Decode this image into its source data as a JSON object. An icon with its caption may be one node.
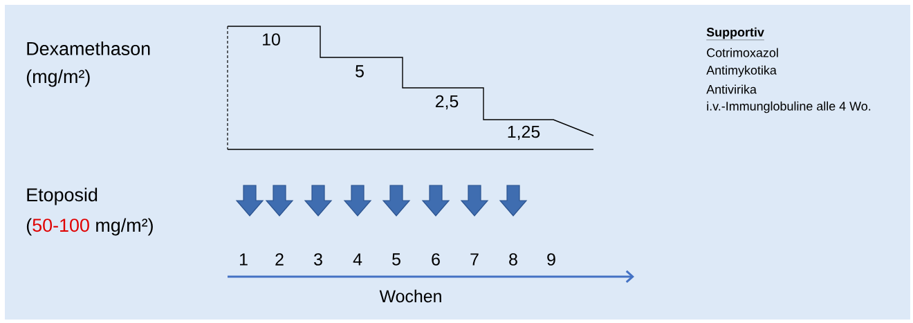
{
  "diagram": {
    "labels": [
      "Dexamethason",
      "(mg/m²)",
      "10",
      "5",
      "2,5",
      "1,25",
      "Supportiv",
      "Cotrimoxazol",
      "Antimykotika",
      "Antivirika",
      "i.v.-Immunglobuline alle 4 Wo.",
      "Etoposid",
      "(",
      "50-100",
      "mg/m²)",
      "1",
      "2",
      "3",
      "4",
      "5",
      "6",
      "7",
      "8",
      "9",
      "Wochen"
    ]
  }
}
